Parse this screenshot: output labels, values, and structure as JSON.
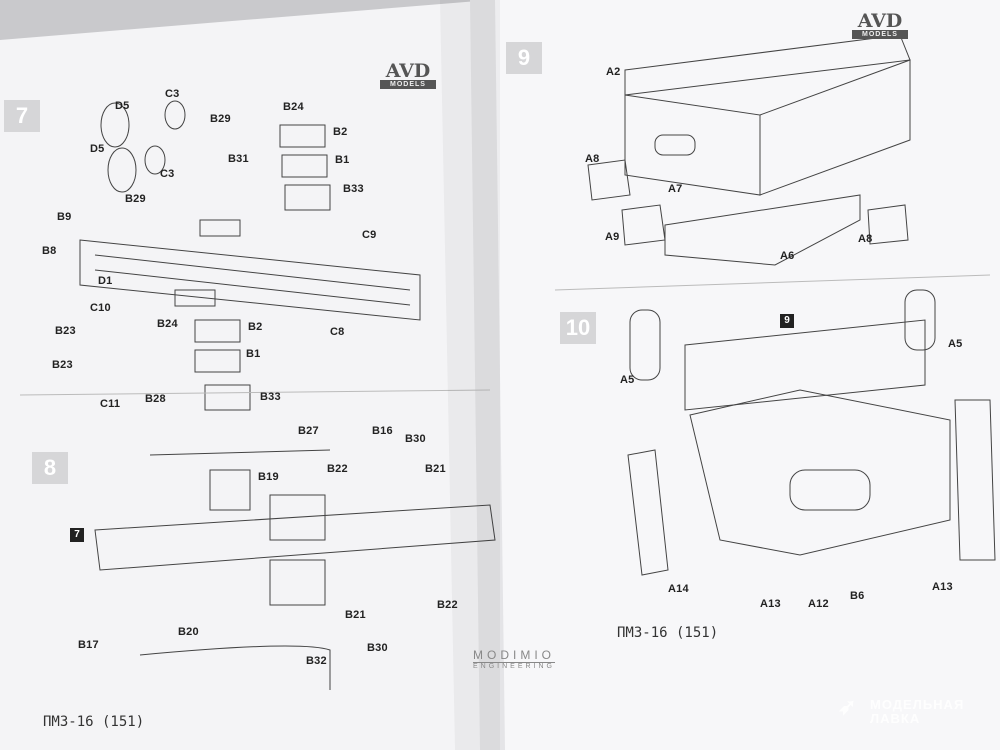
{
  "left_page": {
    "logo": {
      "main": "AVD",
      "sub": "MODELS"
    },
    "steps": [
      "7",
      "8"
    ],
    "ref_box": "7",
    "labels": [
      "D5",
      "C3",
      "B29",
      "D5",
      "C3",
      "B31",
      "B24",
      "B2",
      "B1",
      "B33",
      "B29",
      "B9",
      "C9",
      "B8",
      "D1",
      "C10",
      "B24",
      "B2",
      "C8",
      "B23",
      "B1",
      "B23",
      "C11",
      "B28",
      "B33",
      "B27",
      "B16",
      "B30",
      "B22",
      "B21",
      "B19",
      "B21",
      "B22",
      "B17",
      "B20",
      "B32",
      "B30"
    ],
    "footer": "ПМЗ-16 (151)",
    "engineering_logo": {
      "main": "MODIMIO",
      "sub": "ENGINEERING"
    }
  },
  "right_page": {
    "logo": {
      "main": "AVD",
      "sub": "MODELS"
    },
    "steps": [
      "9",
      "10"
    ],
    "ref_box": "9",
    "labels": [
      "A2",
      "A8",
      "A7",
      "A9",
      "A6",
      "A8",
      "A5",
      "A5",
      "A14",
      "A13",
      "A12",
      "B6",
      "A13"
    ],
    "footer": "ПМЗ-16 (151)"
  },
  "watermark": {
    "line1": "МОДЕЛЬНАЯ",
    "line2": "ЛАВКА"
  }
}
